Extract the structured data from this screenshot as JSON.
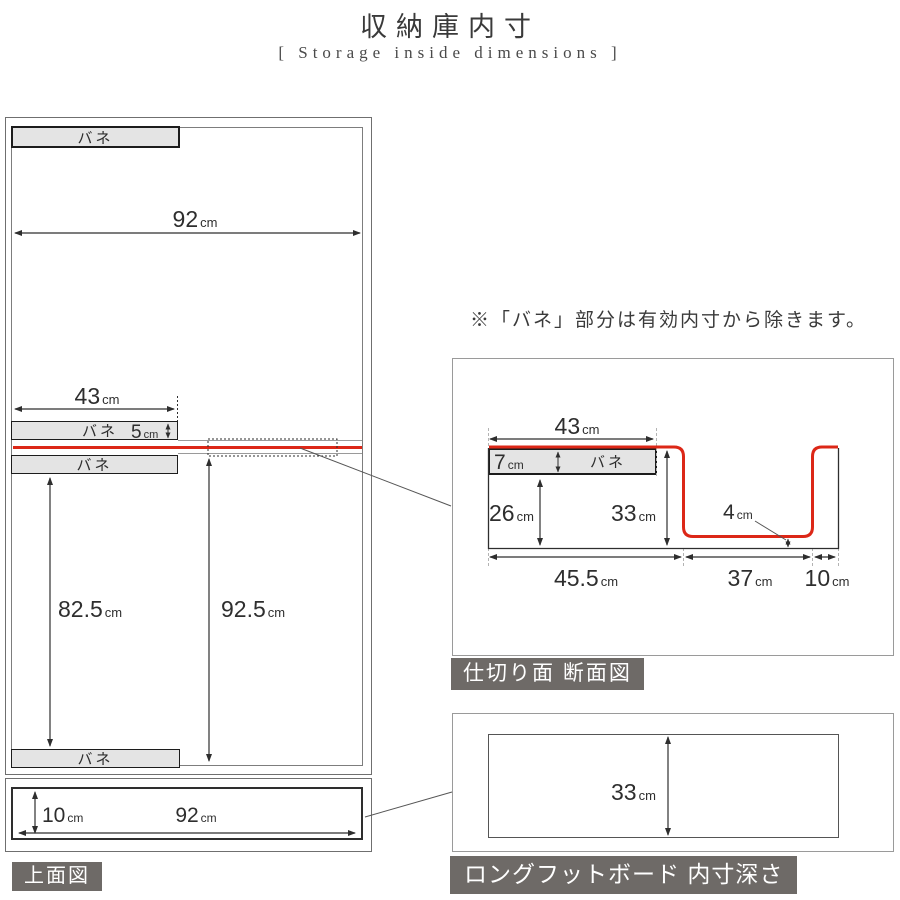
{
  "header": {
    "title": "収納庫内寸",
    "subtitle": "[  Storage inside dimensions  ]"
  },
  "note": "※「バネ」部分は有効内寸から除きます。",
  "labels": {
    "bane": "バネ",
    "top_view": "上面図",
    "section": "仕切り面  断面図",
    "footboard": "ロングフットボード 内寸深さ"
  },
  "top_view": {
    "width": {
      "num": "92",
      "unit": "cm"
    },
    "bane_length": {
      "num": "43",
      "unit": "cm"
    },
    "bane_thickness": {
      "num": "5",
      "unit": "cm"
    },
    "inner_depth_left": {
      "num": "82.5",
      "unit": "cm"
    },
    "inner_depth_right": {
      "num": "92.5",
      "unit": "cm"
    },
    "footboard_depth": {
      "num": "10",
      "unit": "cm"
    },
    "footboard_width": {
      "num": "92",
      "unit": "cm"
    }
  },
  "section": {
    "bane_length": {
      "num": "43",
      "unit": "cm"
    },
    "bane_thickness": {
      "num": "7",
      "unit": "cm"
    },
    "below_bane_height": {
      "num": "26",
      "unit": "cm"
    },
    "inner_height": {
      "num": "33",
      "unit": "cm"
    },
    "bottom_gap": {
      "num": "4",
      "unit": "cm"
    },
    "segment_left": {
      "num": "45.5",
      "unit": "cm"
    },
    "segment_middle": {
      "num": "37",
      "unit": "cm"
    },
    "segment_right": {
      "num": "10",
      "unit": "cm"
    }
  },
  "footboard": {
    "depth": {
      "num": "33",
      "unit": "cm"
    }
  },
  "colors": {
    "accent_red": "#dc2717",
    "label_chip_bg": "#6e6a67",
    "bane_bar_fill": "#e4e4e4"
  }
}
